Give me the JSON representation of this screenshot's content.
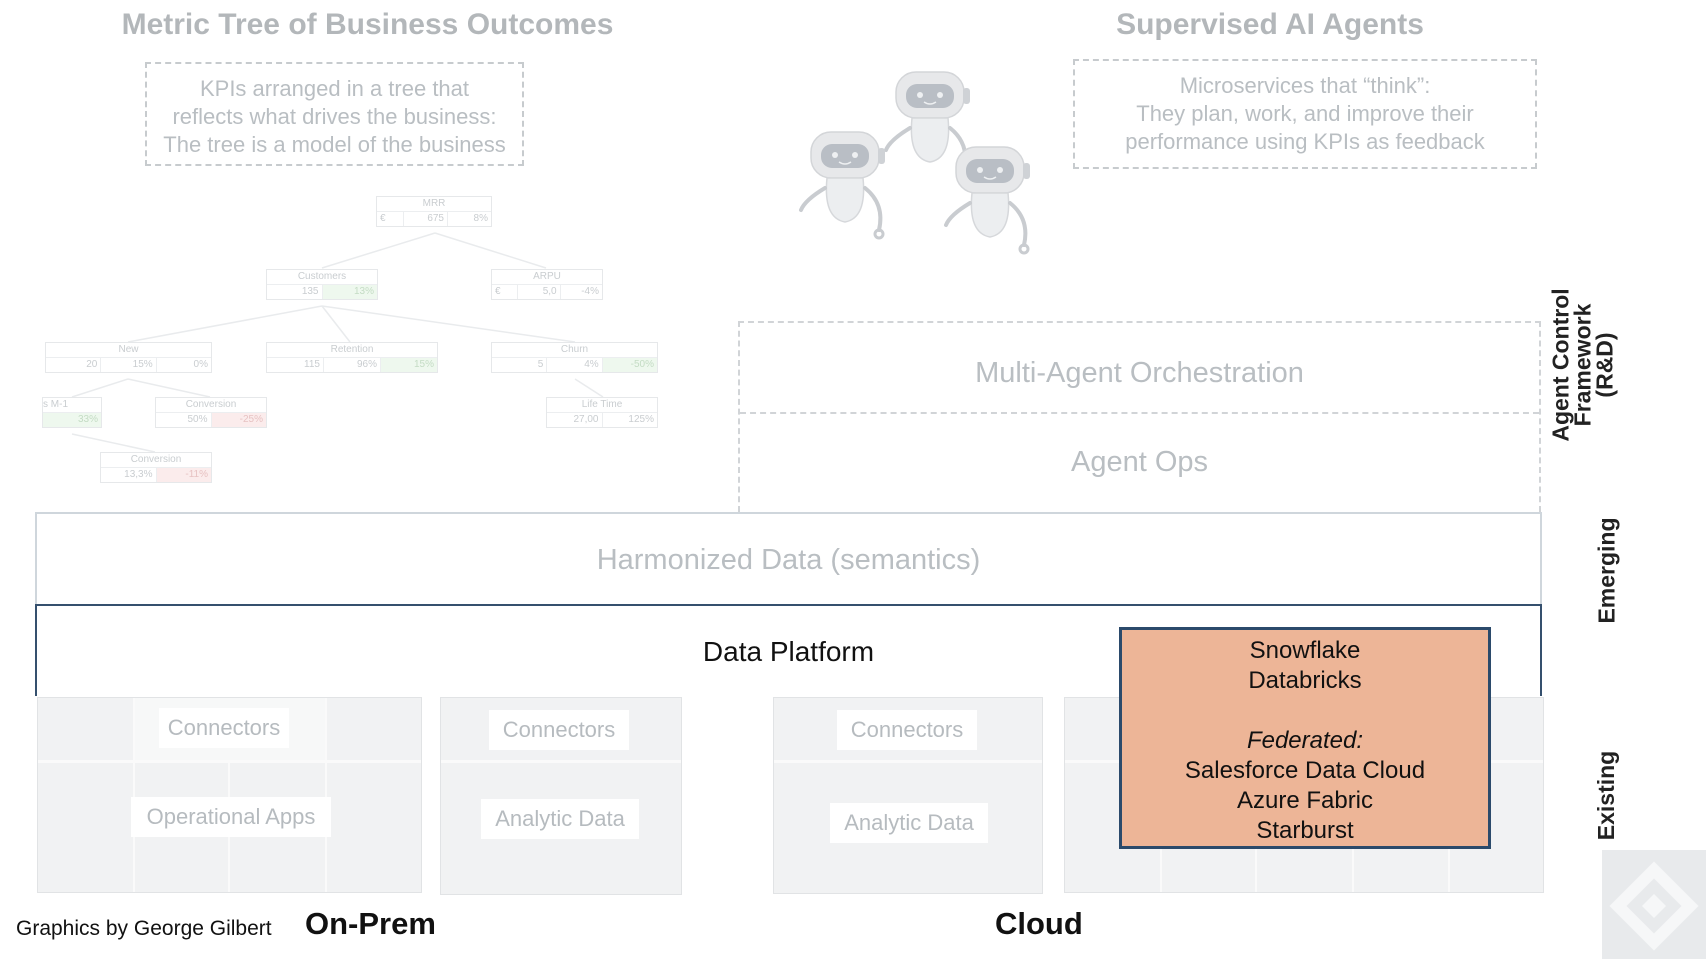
{
  "metric_tree": {
    "title": "Metric Tree of Business Outcomes",
    "description_lines": [
      "KPIs arranged in a tree that",
      "reflects what drives the business:",
      "The tree is a model of the business"
    ],
    "nodes": {
      "mrr": {
        "name": "MRR",
        "v1": "€",
        "v2": "675",
        "v3": "8%"
      },
      "customers": {
        "name": "Customers",
        "v1": "",
        "v2": "135",
        "v3": "13%"
      },
      "arpu": {
        "name": "ARPU",
        "v1": "€",
        "v2": "5,0",
        "v3": "-4%"
      },
      "new": {
        "name": "New",
        "v1": "20",
        "v2": "15%",
        "v3": "0%"
      },
      "retention": {
        "name": "Retention",
        "v1": "115",
        "v2": "96%",
        "v3": "15%"
      },
      "churn": {
        "name": "Churn",
        "v1": "5",
        "v2": "4%",
        "v3": "-50%"
      },
      "m1": {
        "name": "s M-1",
        "v1": "",
        "v2": "33%",
        "v3": ""
      },
      "conversion1": {
        "name": "Conversion",
        "v1": "",
        "v2": "50%",
        "v3": "-25%"
      },
      "lifetime": {
        "name": "Life Time",
        "v1": "",
        "v2": "27,00",
        "v3": "125%"
      },
      "conversion2": {
        "name": "Conversion",
        "v1": "",
        "v2": "13,3%",
        "v3": "-11%"
      }
    }
  },
  "agents": {
    "title": "Supervised AI Agents",
    "description_lines": [
      "Microservices that “think”:",
      "They plan, work, and improve their",
      "performance using KPIs as feedback"
    ]
  },
  "layers": {
    "orchestration": "Multi-Agent Orchestration",
    "agent_ops": "Agent Ops",
    "harmonized": "Harmonized Data (semantics)",
    "data_platform": "Data Platform"
  },
  "vendors": {
    "line1": "Snowflake",
    "line2": "Databricks",
    "federated_label": "Federated:",
    "line3": "Salesforce Data Cloud",
    "line4": "Azure Fabric",
    "line5": "Starburst"
  },
  "panels": {
    "connectors": "Connectors",
    "operational_apps": "Operational Apps",
    "analytic_data": "Analytic Data"
  },
  "side_labels": {
    "framework": [
      "Agent Control",
      "Framework",
      "(R&D)"
    ],
    "emerging": "Emerging",
    "existing": "Existing"
  },
  "footer": {
    "credit": "Graphics by George Gilbert",
    "on_prem": "On-Prem",
    "cloud": "Cloud"
  },
  "colors": {
    "vendor_fill": "#edb597",
    "vendor_border": "#2b4a6b",
    "platform_border": "#35506e"
  }
}
